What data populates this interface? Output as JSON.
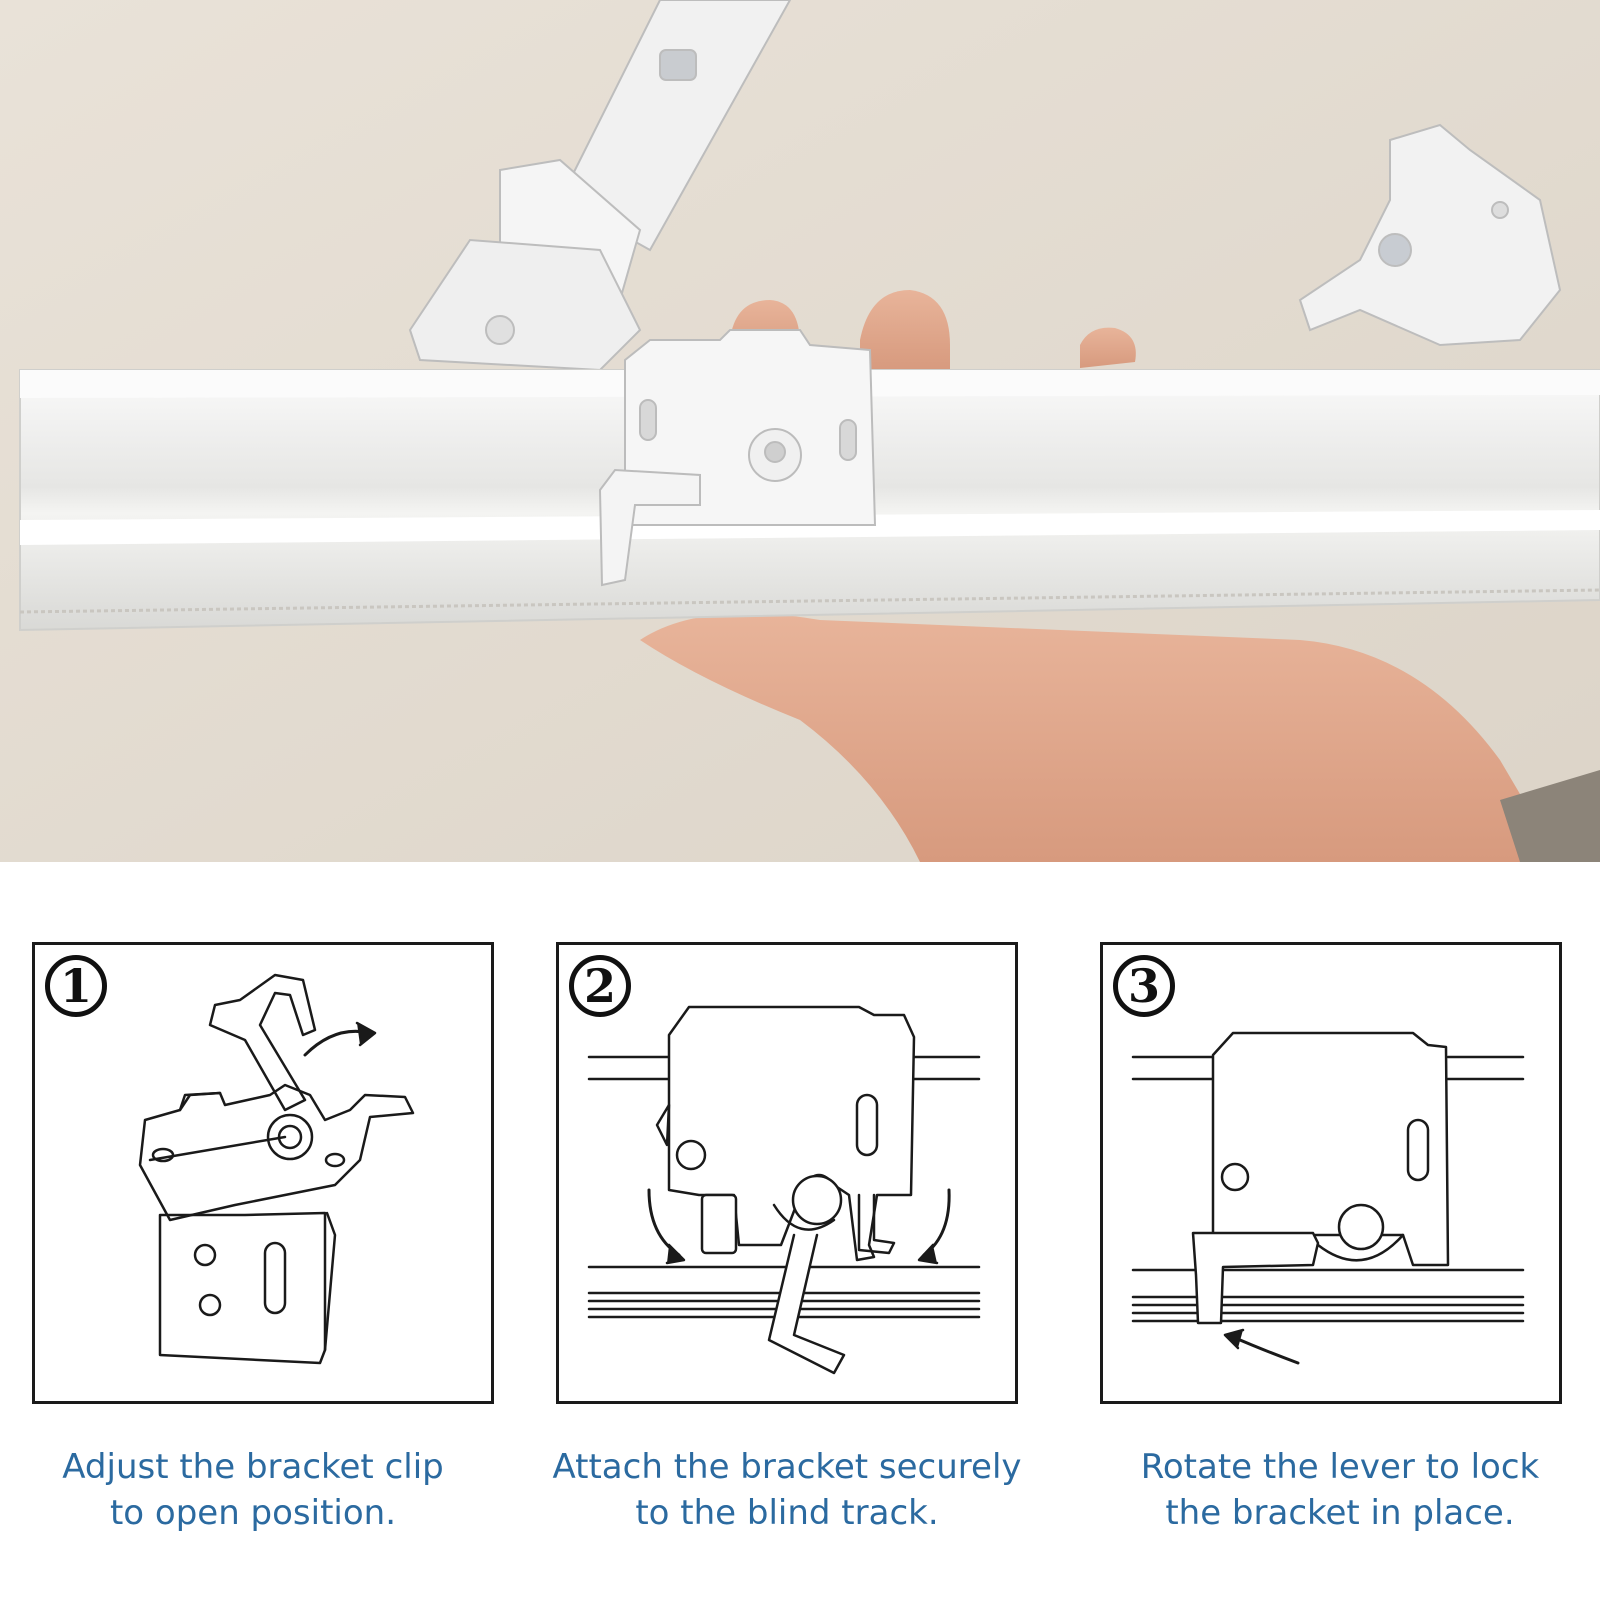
{
  "steps": [
    {
      "number": "1",
      "caption_line1": "Adjust the bracket clip",
      "caption_line2": "to open position.",
      "icon": "bracket-clip-open-diagram"
    },
    {
      "number": "2",
      "caption_line1": "Attach the bracket securely",
      "caption_line2": "to the blind track.",
      "icon": "bracket-attach-track-diagram"
    },
    {
      "number": "3",
      "caption_line1": "Rotate the lever to lock",
      "caption_line2": "the bracket in place.",
      "icon": "lever-lock-diagram"
    }
  ],
  "colors": {
    "caption": "#2b6aa0",
    "line_art": "#1a1a1a",
    "wall": "#e6dfd4",
    "track": "#f3f3f1"
  }
}
